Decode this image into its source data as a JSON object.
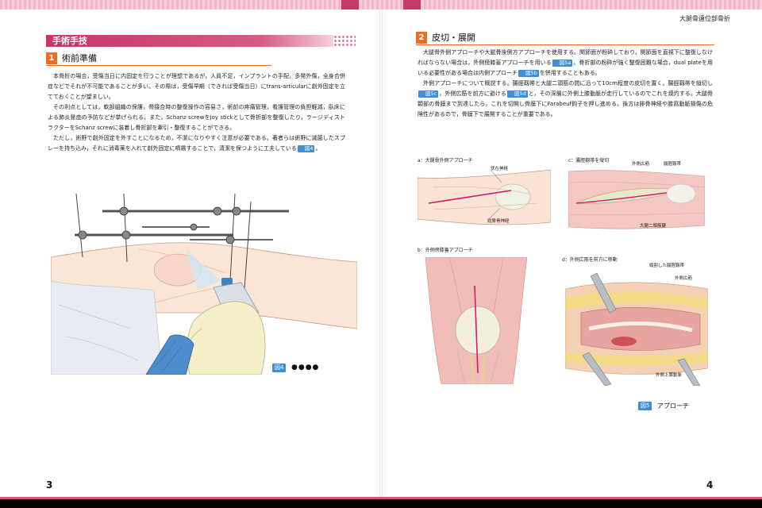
{
  "header": {
    "running_title": "大腿骨遠位部骨折",
    "page_left": "3",
    "page_right": "4"
  },
  "left_page": {
    "section_title": "手術手技",
    "subsection": {
      "number": "1",
      "title": "術前準備"
    },
    "paragraphs": [
      "本骨折の場合，受傷当日に内固定を行うことが理想であるが，人員不足，インプラントの手配，多発外傷，全身合併症などでそれが不可能であることが多い。その際は，受傷早期（できれば受傷当日）にtrans-articularに創外固定を立てておくことが望ましい。",
      "その利点としては，軟部組織の保護，骨接合時の整復操作の容易さ，術前の疼痛管理，看護管理の負担軽減，臥床による肺炎発症の予防などが挙げられる。また，Schanz screwをjoy stickとして骨折部を整復したり，ラージディストラクターをSchanz screwに装着し骨折部を牽引・整復することができる。"
    ],
    "paragraph3_before": "ただし，術野で創外固定を外すことになるため，不潔になりやすく注意が必要である。著者らは術野に滅菌したスプレーを持ち込み，それに消毒薬を入れて創外固定に噴霧することで，清潔を保つように工夫している",
    "paragraph3_ref": "図4",
    "paragraph3_after": "。",
    "figure_caption": {
      "label": "図4",
      "dots": "●●●●"
    }
  },
  "right_page": {
    "subsection": {
      "number": "2",
      "title": "皮切・展開"
    },
    "p1_part1": "大腿骨外側アプローチや大腿骨後側方アプローチを使用する。関節面が粉砕しており，関節面を直視下に整復しなければならない場合は，外側傍膝蓋アプローチを用いる",
    "p1_ref1": "図5a",
    "p1_part2": "。骨折部の粉砕が強く整復困難な場合，dual plateを用いる必要性がある場合は内側アプローチ",
    "p1_ref2": "図5b",
    "p1_part3": "を併用することもある。",
    "p2_part1": "外側アプローチについて概説する。腸脛靱帯と大腿二頭筋の間に沿って10cm程度の皮切を置く。腸脛靱帯を縦切し",
    "p2_ref1": "図5c",
    "p2_part2": "，外側広筋を前方に避ける",
    "p2_ref2": "図5d",
    "p2_part3": "と，その深層に外側上膝動脈が走行しているのでこれを焼灼する。大腿骨顆部の骨膜まで到達したら，これを切開し骨膜下にFarabeuf鈎子を押し進める。後方は腓骨神経や膝窩動脈損傷の危険性があるので，骨膜下で展開することが重要である。",
    "figures": {
      "a": {
        "label": "a：大腿骨外側アプローチ",
        "callout1": "伏在神経",
        "callout2": "総腓骨神経"
      },
      "b": {
        "label": "b：外側傍膝蓋アプローチ"
      },
      "c": {
        "label": "c：腸脛靱帯を縦切",
        "callout1": "外側広筋",
        "callout2": "腸脛靱帯",
        "callout3": "大腿二頭筋腱"
      },
      "d": {
        "label": "d：外側広筋を前方に移動",
        "callout1": "縦割した腸脛靱帯",
        "callout2": "外側広筋",
        "callout3": "外側上膝動脈"
      }
    },
    "figure_caption": {
      "label": "図5",
      "text": "アプローチ"
    }
  },
  "colors": {
    "accent_pink": "#c9336a",
    "accent_orange": "#e86f25",
    "figref_blue": "#3f8fd6"
  }
}
